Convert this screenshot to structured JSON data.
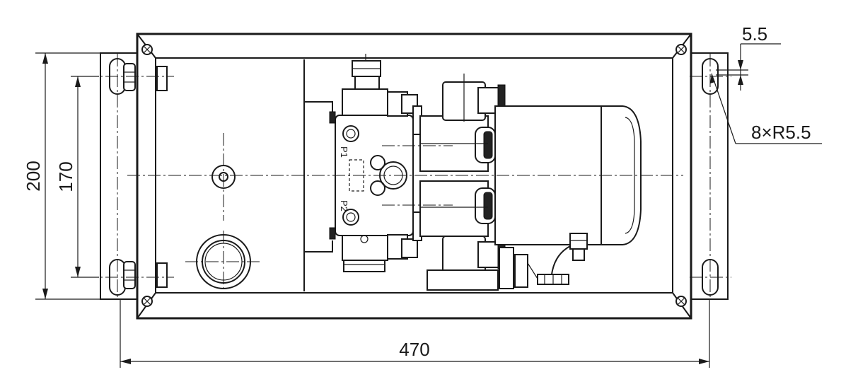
{
  "dimensions": {
    "overall_height": "200",
    "hole_spacing_height": "170",
    "overall_width": "470",
    "slot_width": "5.5",
    "mounting_holes": "8×R5.5"
  },
  "port_labels": {
    "port_p1": "P1",
    "port_p2": "P2"
  }
}
